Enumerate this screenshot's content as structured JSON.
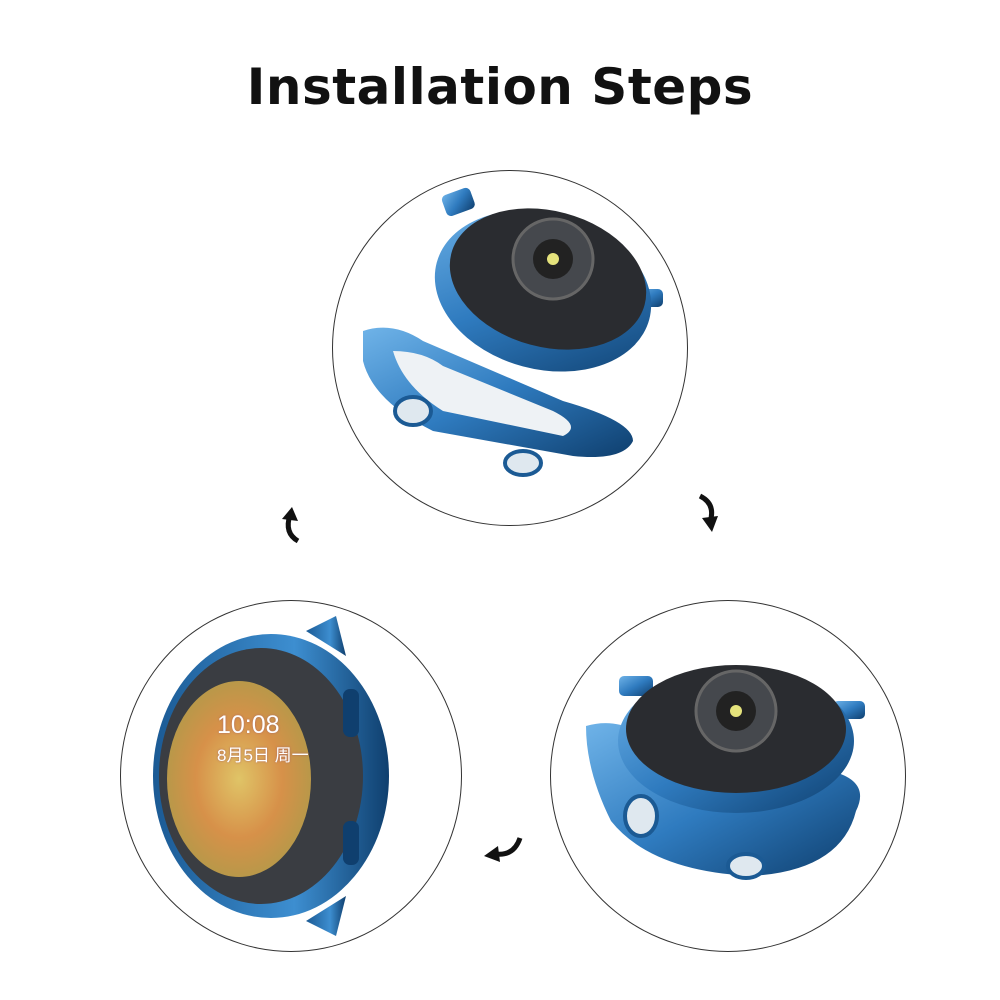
{
  "title": "Installation Steps",
  "watch_face": {
    "time": "10:08",
    "date": "8月5日 周一"
  },
  "colors": {
    "case_blue": "#2f7bbf",
    "case_dark": "#0f3f6e",
    "watch_body": "#2a2c30"
  },
  "steps": [
    {
      "icon": "watch-case-install-step-1"
    },
    {
      "icon": "watch-case-install-step-2"
    },
    {
      "icon": "watch-case-install-step-3"
    }
  ]
}
